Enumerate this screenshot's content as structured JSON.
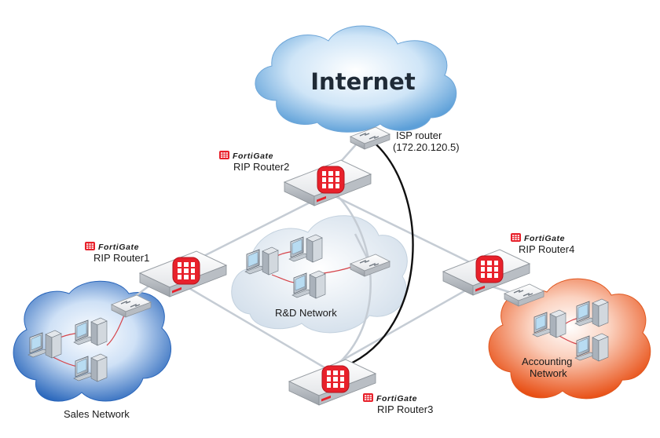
{
  "internet": {
    "label": "Internet"
  },
  "isp": {
    "label": "ISP router",
    "ip": "(172.20.120.5)"
  },
  "routers": [
    {
      "brand": "FortiGate",
      "label": "RIP Router2"
    },
    {
      "brand": "FortiGate",
      "label": "RIP Router1"
    },
    {
      "brand": "FortiGate",
      "label": "RIP Router4"
    },
    {
      "brand": "FortiGate",
      "label": "RIP Router3"
    }
  ],
  "networks": {
    "rd": "R&D Network",
    "sales": "Sales Network",
    "accounting_line1": "Accounting",
    "accounting_line2": "Network"
  },
  "colors": {
    "brand_red": "#e8212b",
    "internet_cloud": "#7fb6e4",
    "sales_cloud": "#2f6fc4",
    "accounting_cloud": "#ef5a1e",
    "rd_cloud": "#dbe5ef"
  }
}
